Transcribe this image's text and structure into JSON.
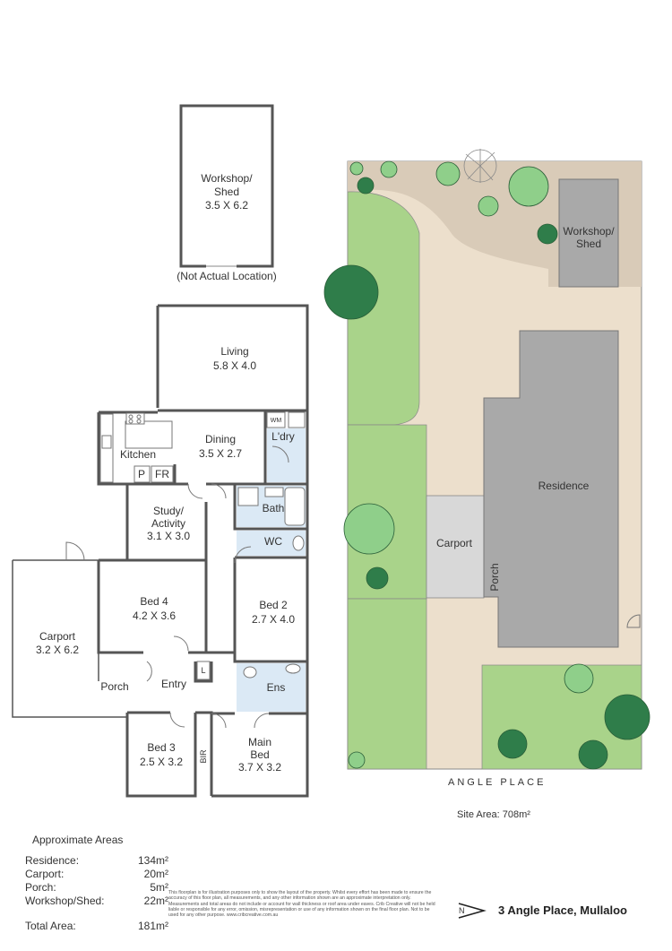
{
  "floor_plan": {
    "rooms": {
      "workshop_name": "Workshop/\nShed",
      "workshop_dims": "3.5 X 6.2",
      "not_actual": "(Not Actual Location)",
      "living_name": "Living",
      "living_dims": "5.8 X 4.0",
      "dining_name": "Dining",
      "dining_dims": "3.5 X 2.7",
      "kitchen_name": "Kitchen",
      "pantry": "P",
      "fridge": "FR",
      "wm": "WM",
      "laundry": "L'dry",
      "study_name": "Study/\nActivity",
      "study_dims": "3.1 X 3.0",
      "bath": "Bath",
      "wc": "WC",
      "bed4_name": "Bed 4",
      "bed4_dims": "4.2 X 3.6",
      "bed2_name": "Bed 2",
      "bed2_dims": "2.7 X 4.0",
      "carport_name": "Carport",
      "carport_dims": "3.2 X 6.2",
      "porch": "Porch",
      "entry": "Entry",
      "linen": "L",
      "ens": "Ens",
      "bed3_name": "Bed 3",
      "bed3_dims": "2.5 X 3.2",
      "bir": "BIR",
      "main_bed_name": "Main\nBed",
      "main_bed_dims": "3.7 X 3.2"
    }
  },
  "site_plan": {
    "workshop": "Workshop/\nShed",
    "residence": "Residence",
    "carport": "Carport",
    "porch": "Porch",
    "street": "ANGLE PLACE",
    "site_area": "Site Area: 708m²"
  },
  "areas": {
    "title": "Approximate Areas",
    "rows": [
      {
        "label": "Residence:",
        "value": "134m²"
      },
      {
        "label": "Carport:",
        "value": "20m²"
      },
      {
        "label": "Porch:",
        "value": "5m²"
      },
      {
        "label": "Workshop/Shed:",
        "value": "22m²"
      }
    ],
    "total_label": "Total Area:",
    "total_value": "181m²"
  },
  "disclaimer": "This floorplan is for illustration purposes only to show the layout of the property. Whilst every effort has been made to ensure the accuracy of this floor plan, all measurements, and any other information shown are an approximate interpretation only. Measurements and total areas do not include or account for wall thickness or roof area under eaves. Crib Creative will not be held liable or responsible for any error, omission, misrepresentation or use of any information shown on the final floor plan. Not to be used for any other purpose. www.cribcreative.com.au",
  "address": "3 Angle Place, Mullaloo",
  "compass_label": "N",
  "colors": {
    "lawn": "#a9d38a",
    "paving": "#ecdfcc",
    "garden_bed": "#d9cbb8",
    "residence": "#a9a9a9",
    "carport": "#d8d8d8",
    "wet_area": "#dbe9f5",
    "tree_dark": "#2f7d4a",
    "tree_light": "#8fcf8a",
    "wall": "#555555"
  }
}
